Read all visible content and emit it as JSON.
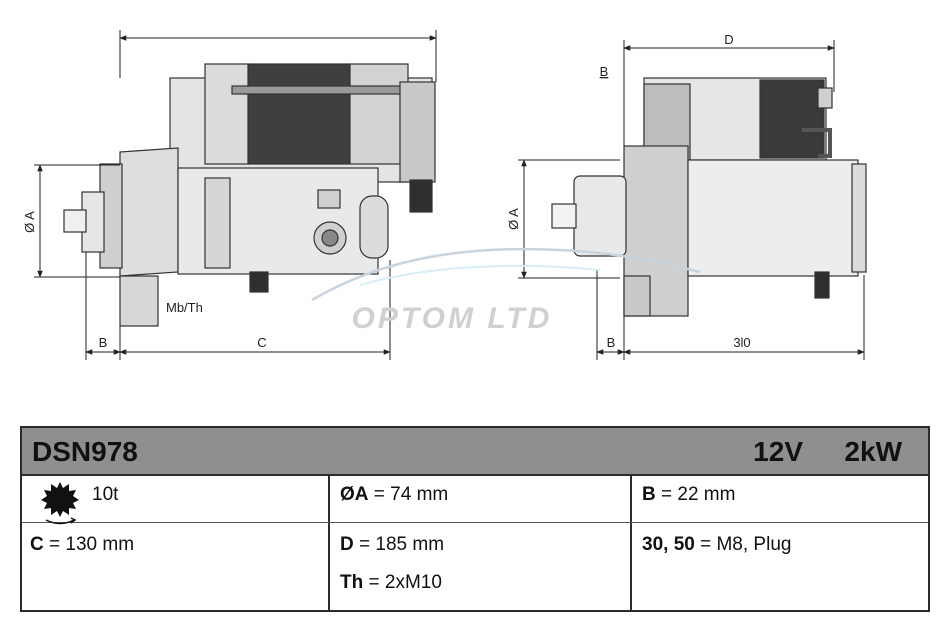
{
  "drawing": {
    "dim_labels": {
      "left_diameter": "Ø A",
      "left_b": "B",
      "left_c": "C",
      "left_mount": "Mb/Th",
      "right_d": "D",
      "right_b_top": "B",
      "right_diameter": "Ø A",
      "right_b": "B",
      "right_length": "3l0"
    },
    "watermark": "OPTOM LTD"
  },
  "spec": {
    "model": "DSN978",
    "voltage": "12V",
    "power": "2kW",
    "teeth": "10t",
    "c_label": "C",
    "c_value": " = 130 mm",
    "a_label": "ØA",
    "a_value": " = 74 mm",
    "d_label": "D",
    "d_value": " = 185 mm",
    "th_label": "Th",
    "th_value": " = 2xM10",
    "b_label": "B",
    "b_value": " = 22 mm",
    "term_label": "30, 50",
    "term_value": " = M8, Plug"
  }
}
